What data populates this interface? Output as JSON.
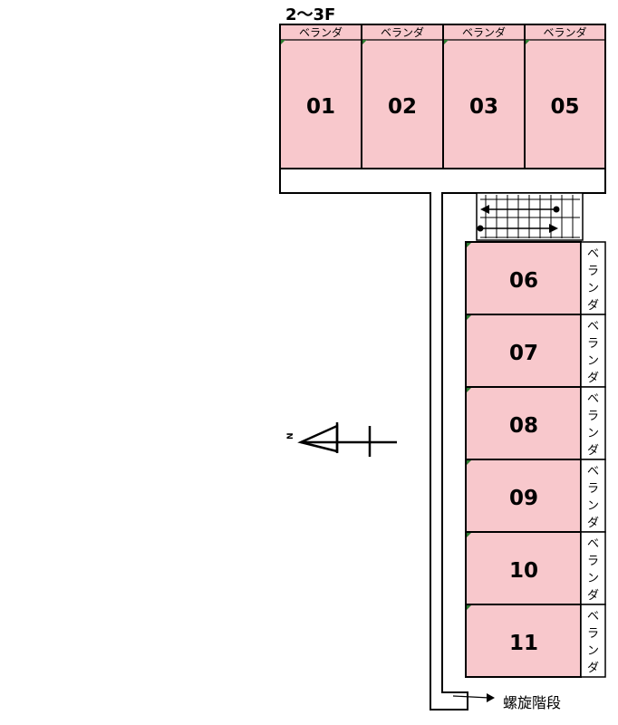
{
  "floor_label": "2～3F",
  "veranda_label": "ベランダ",
  "veranda_vertical_chars": [
    "ベ",
    "ラ",
    "ン",
    "ダ"
  ],
  "top_units": [
    "01",
    "02",
    "03",
    "05"
  ],
  "side_units": [
    "06",
    "07",
    "08",
    "09",
    "10",
    "11"
  ],
  "spiral_stair_label": "螺旋階段",
  "north_label": "N",
  "colors": {
    "unit_fill": "#f8c8cc",
    "line": "#000000",
    "corner_mark": "#2e7d32",
    "background": "#ffffff"
  }
}
